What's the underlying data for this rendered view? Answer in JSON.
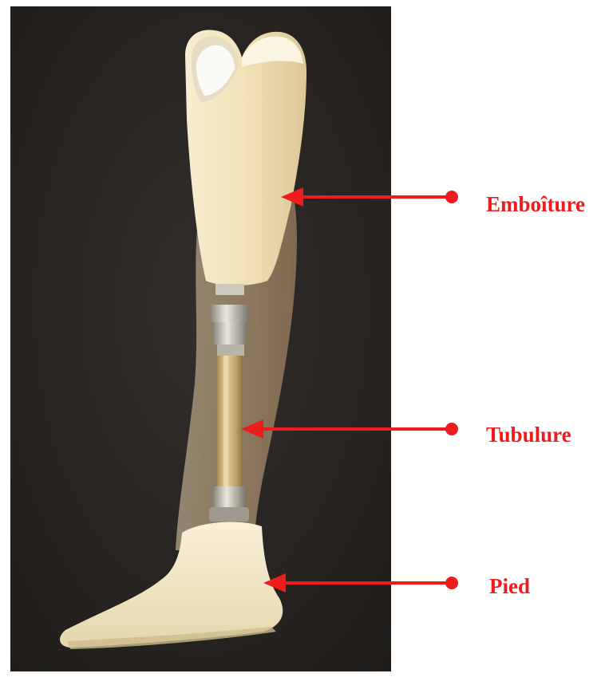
{
  "labels": {
    "emboiture": "Emboîture",
    "tubulure": "Tubulure",
    "pied": "Pied"
  },
  "colors": {
    "annotation": "#ee1c1c",
    "background_photo": "#2a2624",
    "prosthesis_cream": "#f0e2bc",
    "tube_gold": "#c7ae72"
  },
  "figure": {
    "subject": "prosthesis-photo",
    "parts": [
      "socket",
      "tube",
      "foot"
    ]
  }
}
